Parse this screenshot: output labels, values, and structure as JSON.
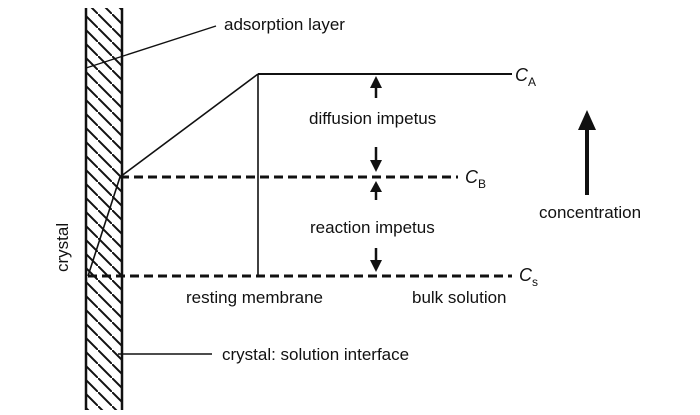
{
  "labels": {
    "adsorption_layer": "adsorption layer",
    "diffusion_impetus": "diffusion impetus",
    "reaction_impetus": "reaction impetus",
    "concentration": "concentration",
    "crystal": "crystal",
    "resting_membrane": "resting membrane",
    "bulk_solution": "bulk solution",
    "interface": "crystal: solution interface"
  },
  "levels": {
    "ca": {
      "symbol": "C",
      "subscript": "A"
    },
    "cb": {
      "symbol": "C",
      "subscript": "B"
    },
    "cs": {
      "symbol": "C",
      "subscript": "s"
    }
  }
}
